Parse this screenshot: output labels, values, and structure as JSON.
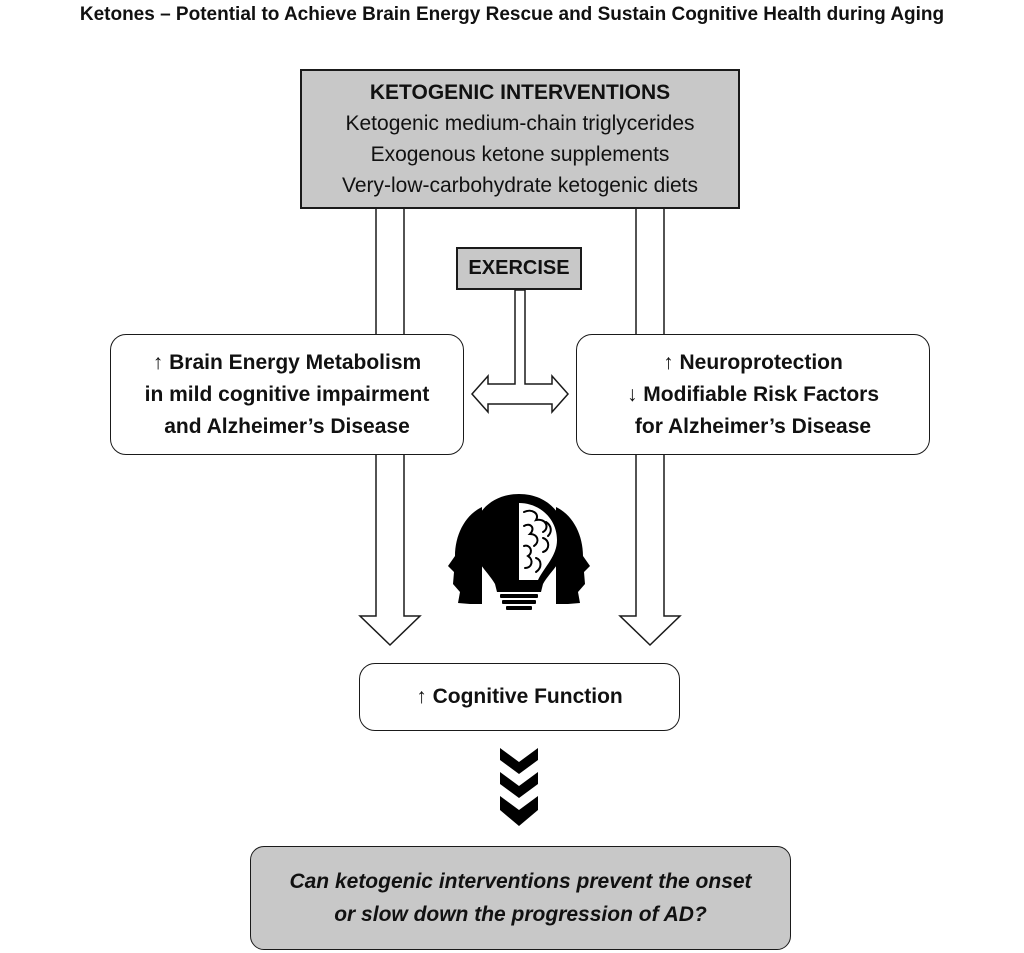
{
  "title": "Ketones – Potential to Achieve Brain Energy Rescue and Sustain Cognitive Health during Aging",
  "interventions": {
    "heading": "KETOGENIC INTERVENTIONS",
    "items": [
      "Ketogenic medium-chain triglycerides",
      "Exogenous ketone supplements",
      "Very-low-carbohydrate ketogenic diets"
    ]
  },
  "exercise": "EXERCISE",
  "left_outcome": {
    "lines": [
      "↑ Brain Energy Metabolism",
      "in mild cognitive impairment",
      "and Alzheimer’s Disease"
    ]
  },
  "right_outcome": {
    "lines": [
      "↑ Neuroprotection",
      "↓ Modifiable Risk Factors",
      "for Alzheimer’s Disease"
    ]
  },
  "cognitive": "↑ Cognitive Function",
  "question": {
    "lines": [
      "Can ketogenic interventions prevent the onset",
      "or slow down the progression of AD?"
    ]
  },
  "icons": {
    "head_bulb": "head-lightbulb-brain-icon",
    "chevrons": "triple-chevron-down-icon"
  },
  "colors": {
    "box_fill": "#c8c8c8",
    "stroke": "#1a1a1a",
    "icon": "#000000"
  }
}
